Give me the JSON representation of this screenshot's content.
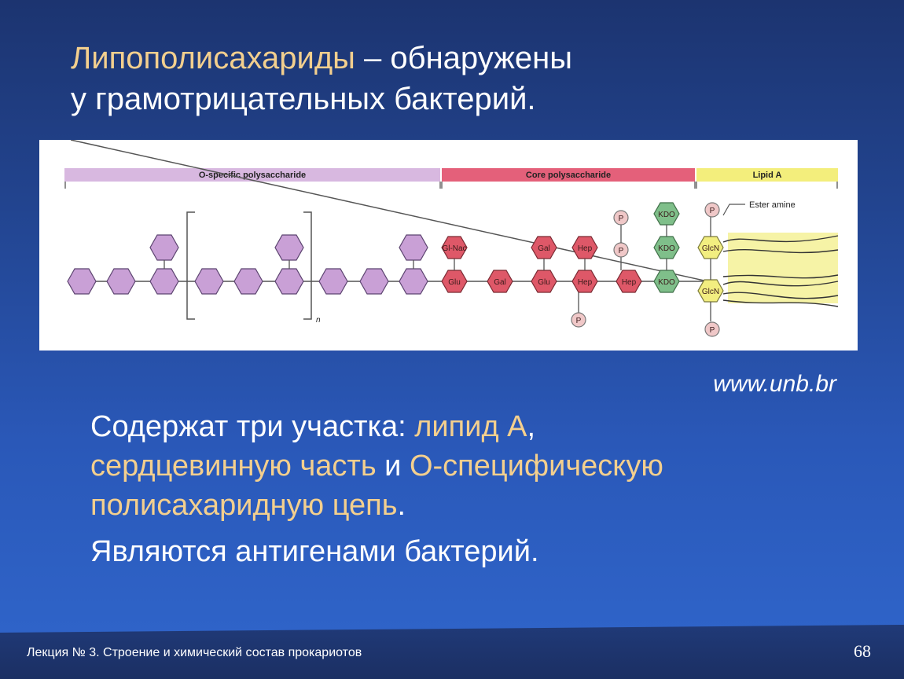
{
  "slide": {
    "title_part1": "Липополисахариды",
    "title_part2": " – обнаружены",
    "title_line2": "у грамотрицательных бактерий.",
    "source": "www.unb.br",
    "para1_a": "Содержат три участка: ",
    "para1_b": "липид А",
    "para1_c": ",",
    "para1_d": "сердцевинную часть",
    "para1_e": " и ",
    "para1_f": "О-специфическую полисахаридную цепь",
    "para1_g": ".",
    "para2": "Являются антигенами бактерий.",
    "footer": "Лекция № 3. Строение и химический  состав прокариотов",
    "page_number": "68"
  },
  "figure": {
    "segments": {
      "o_specific": "O-specific polysaccharide",
      "core": "Core polysaccharide",
      "lipid_a": "Lipid A"
    },
    "ester_amine": "Ester amine",
    "repeat_n": "n",
    "labels": {
      "glcnac": "Gl-Nac",
      "glu": "Glu",
      "gal": "Gal",
      "hep": "Hep",
      "kdo": "KDO",
      "glcn": "GlcN",
      "p": "P"
    },
    "colors": {
      "o_specific": "#c9a0d6",
      "core": "#de5868",
      "kdo": "#7fbf8a",
      "lipid_a": "#f2ee80"
    }
  }
}
